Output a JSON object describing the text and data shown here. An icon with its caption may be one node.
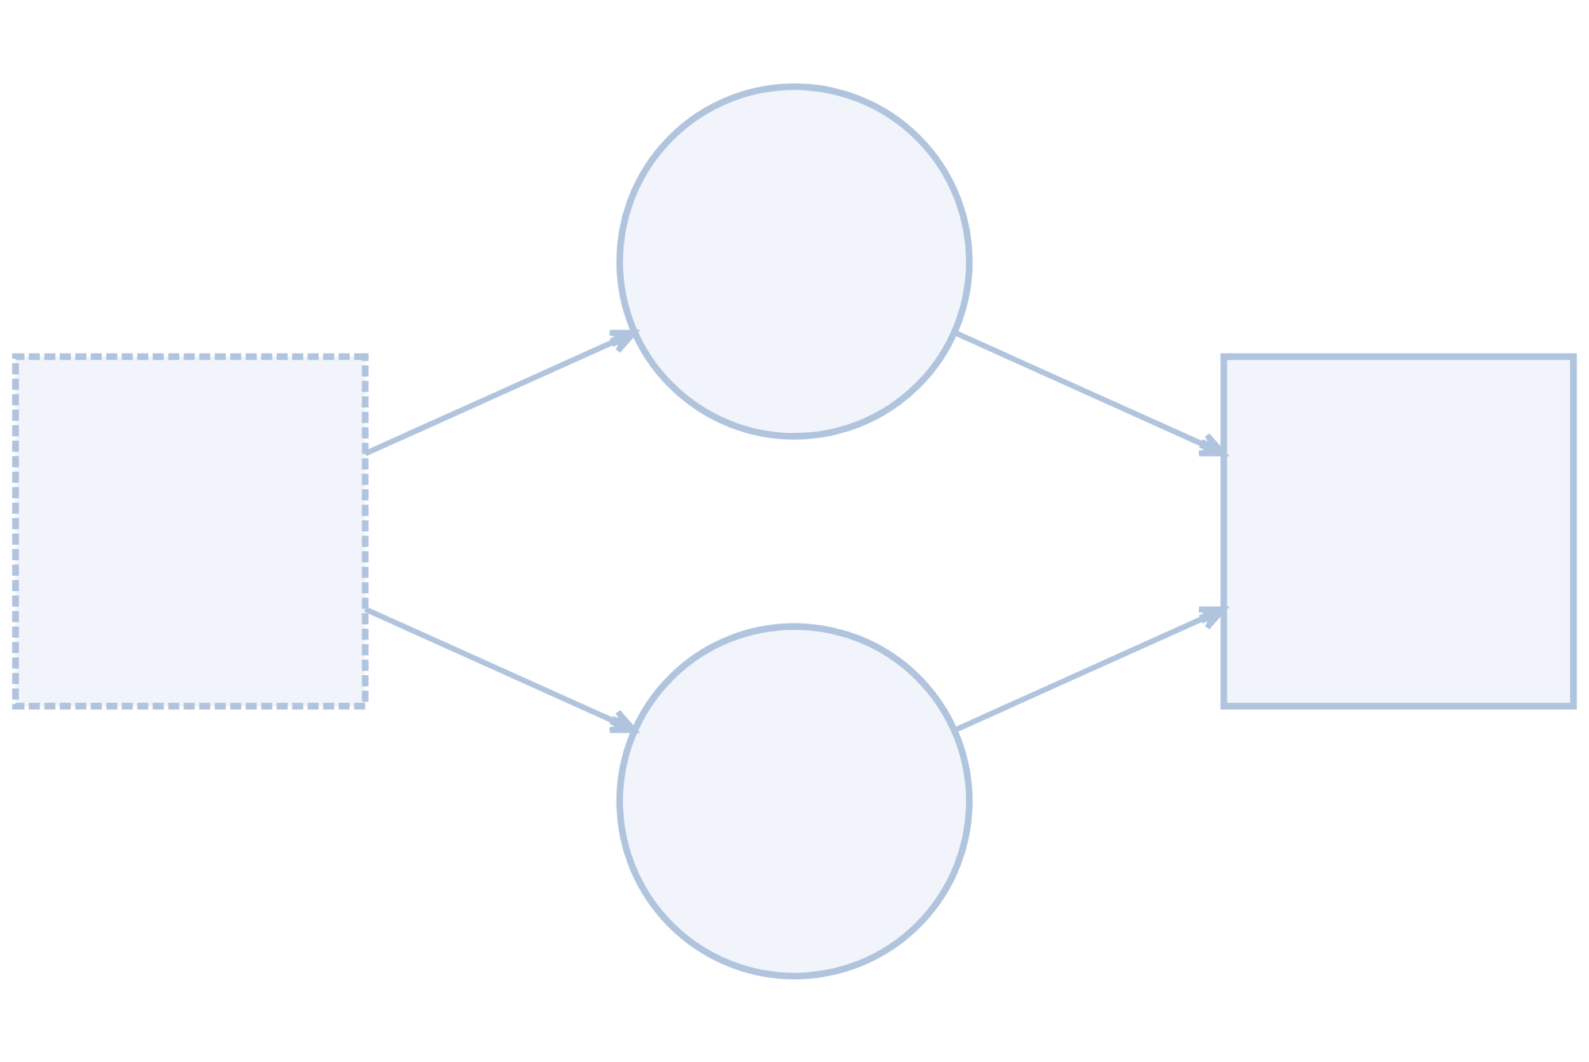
{
  "diagram": {
    "nodes": [
      {
        "text": [],
        "shape": "box"
      },
      {
        "text": [],
        "shape": "circle"
      },
      {
        "text": [],
        "shape": "circle"
      },
      {
        "text": [],
        "shape": "box"
      }
    ],
    "edges": [
      {
        "from": 0,
        "to": 1,
        "arrow": "to"
      },
      {
        "from": 0,
        "to": 2,
        "arrow": "to"
      },
      {
        "from": 1,
        "to": 3,
        "arrow": "to"
      },
      {
        "from": 2,
        "to": 3,
        "arrow": "to"
      }
    ]
  }
}
